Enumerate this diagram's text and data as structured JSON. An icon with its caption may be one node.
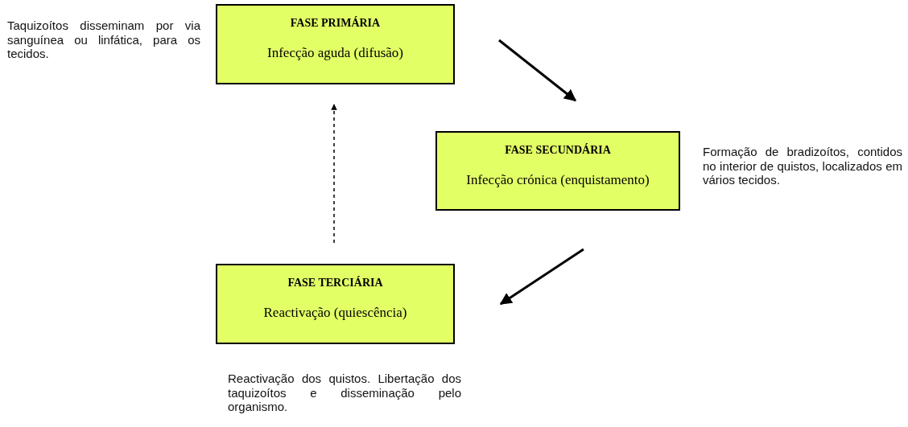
{
  "diagram": {
    "nodes": [
      {
        "text": [
          "FASE PRIMÁRIA",
          "Infecção aguda (difusão)"
        ],
        "beside": [
          "Taquizoítos disseminam por via sanguínea ou linfática, para os tecidos."
        ]
      },
      {
        "text": [
          "FASE SECUNDÁRIA",
          "Infecção crónica (enquistamento)"
        ],
        "beside": [
          "Formação de bradizoítos, contidos no interior de quistos, localizados em vários tecidos."
        ]
      },
      {
        "text": [
          "FASE TERCIÁRIA",
          "Reactivação (quiescência)"
        ],
        "beside": [
          "Reactivação dos quistos. Libertação dos taquizoítos e disseminação pelo organismo."
        ]
      }
    ],
    "edges": [
      {
        "from": 0,
        "to": 1,
        "arrow": "to"
      },
      {
        "from": 1,
        "to": 2,
        "arrow": "to"
      },
      {
        "from": 2,
        "to": 0,
        "arrow": "to",
        "style": "dashed"
      }
    ]
  }
}
